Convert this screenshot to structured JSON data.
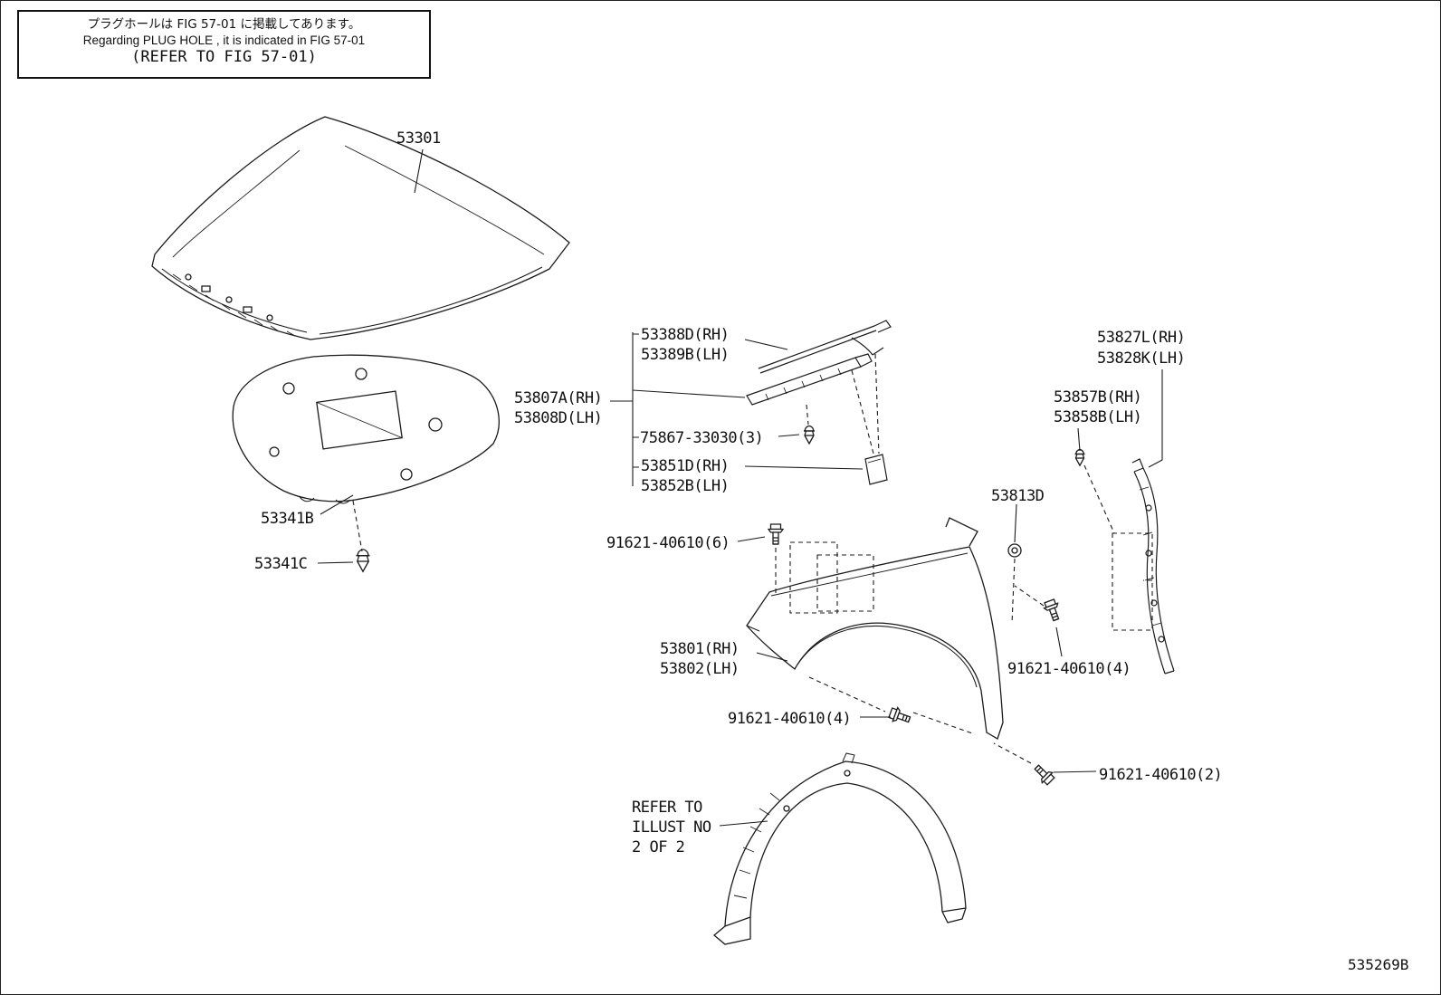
{
  "note_box": {
    "jp": "プラグホールは FIG 57-01 に掲載してあります。",
    "en": "Regarding PLUG HOLE , it is indicated in FIG 57-01",
    "refer": "(REFER TO FIG 57-01)"
  },
  "labels": {
    "hood": "53301",
    "insulator": "53341B",
    "insulator_clip": "53341C",
    "seal_rh": "53388D(RH)",
    "seal_lh": "53389B(LH)",
    "louver_rh": "53807A(RH)",
    "louver_lh": "53808D(LH)",
    "clip_75867": "75867-33030(3)",
    "pad_rh": "53851D(RH)",
    "pad_lh": "53852B(LH)",
    "brace_rh": "53827L(RH)",
    "brace_lh": "53828K(LH)",
    "retainer_rh": "53857B(RH)",
    "retainer_lh": "53858B(LH)",
    "grommet": "53813D",
    "bolt6": "91621-40610(6)",
    "fender_rh": "53801(RH)",
    "fender_lh": "53802(LH)",
    "bolt4_right": "91621-40610(4)",
    "bolt4_lower": "91621-40610(4)",
    "bolt2": "91621-40610(2)",
    "refer_line1": "REFER TO",
    "refer_line2": "ILLUST NO",
    "refer_line3": "2 OF 2"
  },
  "diagram_id": "535269B",
  "colors": {
    "line": "#1b1b1b",
    "background": "#ffffff"
  }
}
